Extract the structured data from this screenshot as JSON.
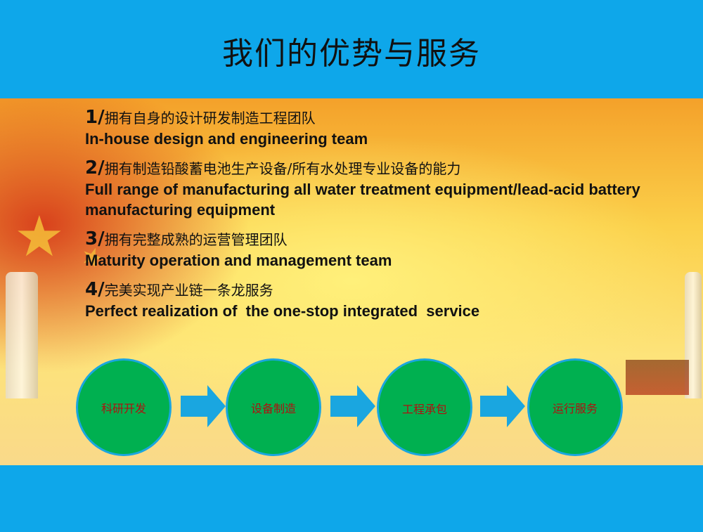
{
  "title": "我们的优势与服务",
  "items": [
    {
      "num": "1/",
      "cn": "拥有自身的设计研发制造工程团队",
      "en": "In-house design and engineering team"
    },
    {
      "num": "2/",
      "cn": "拥有制造铅酸蓄电池生产设备/所有水处理专业设备的能力",
      "en": "Full range of manufacturing all water treatment equipment/lead-acid battery manufacturing equipment"
    },
    {
      "num": "3/",
      "cn": "拥有完整成熟的运营管理团队",
      "en": "Maturity operation and management team"
    },
    {
      "num": "4/",
      "cn": "完美实现产业链一条龙服务",
      "en": "Perfect realization of  the one-stop integrated  service"
    }
  ],
  "flow": [
    "科研开发",
    "设备制造",
    "工程承包",
    "运行服务"
  ],
  "colors": {
    "blue": "#0ea7ea",
    "circle": "#00b050",
    "circle_text": "#b01010",
    "arrow": "#1aa6e0"
  }
}
